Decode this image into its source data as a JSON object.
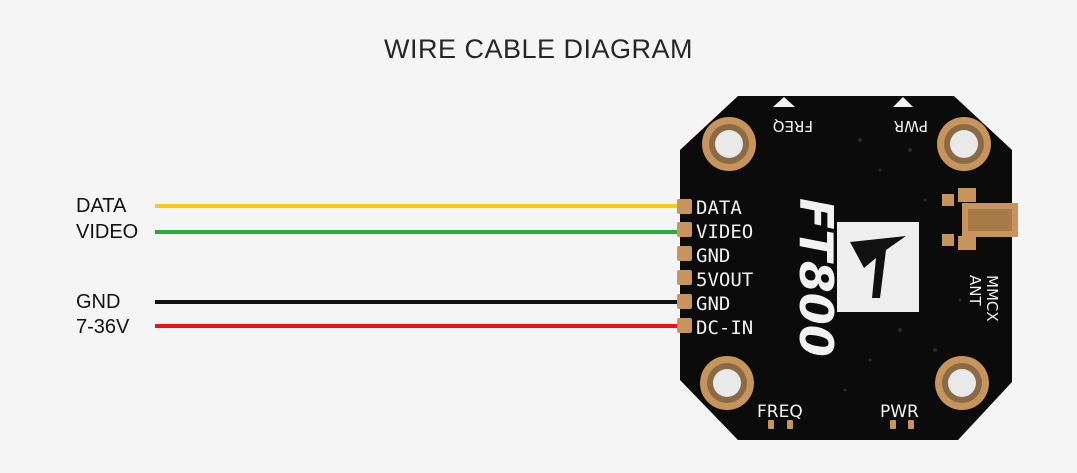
{
  "title": "WIRE CABLE DIAGRAM",
  "wires": [
    {
      "label": "DATA",
      "color": "#f7c81e"
    },
    {
      "label": "VIDEO",
      "color": "#26ad3a"
    },
    {
      "label": "GND",
      "color": "#111111"
    },
    {
      "label": "7-36V",
      "color": "#e3141b"
    }
  ],
  "board": {
    "pads": [
      "DATA",
      "VIDEO",
      "GND",
      "5VOUT",
      "GND",
      "DC-IN"
    ],
    "brand": "FT800",
    "top_labels": [
      "FREQ",
      "PWR"
    ],
    "bottom_labels": [
      "FREQ",
      "PWR"
    ],
    "antenna_lines": [
      "MMCX",
      "ANT"
    ],
    "board_color": "#0b0b0b",
    "copper_color": "#c7955c"
  }
}
